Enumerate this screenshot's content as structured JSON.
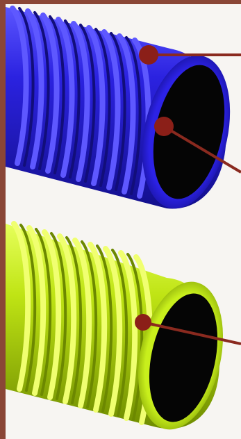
{
  "pipes": [
    {
      "name": "blue-corrugated-pipe",
      "color_main": "#2a20d8",
      "color_highlight": "#6a63ff",
      "color_shadow": "#14108a",
      "inner_color": "#050505",
      "callouts": [
        "outer-wall",
        "inner-wall"
      ]
    },
    {
      "name": "yellow-green-corrugated-pipe",
      "color_main": "#b9e010",
      "color_highlight": "#f2ff6a",
      "color_shadow": "#6e8a00",
      "inner_color": "#050505",
      "callouts": [
        "wall"
      ]
    }
  ],
  "accent": {
    "frame": "#8a4636",
    "callout_line": "#8a2a1f",
    "callout_dot": "#8b1f18"
  }
}
